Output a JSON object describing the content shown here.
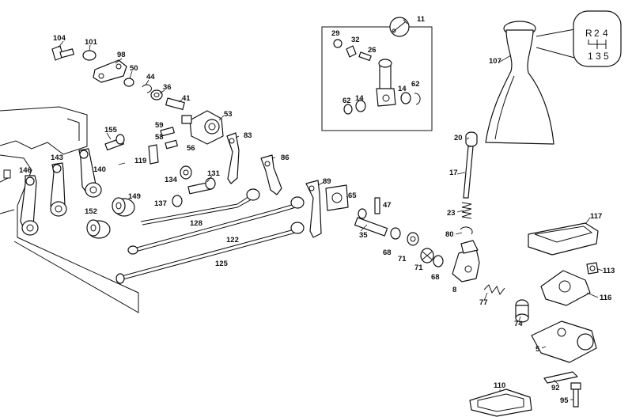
{
  "diagram": {
    "parts": [
      {
        "id": "p104",
        "label": "104"
      },
      {
        "id": "p101",
        "label": "101"
      },
      {
        "id": "p98",
        "label": "98"
      },
      {
        "id": "p50",
        "label": "50"
      },
      {
        "id": "p44",
        "label": "44"
      },
      {
        "id": "p36",
        "label": "36"
      },
      {
        "id": "p41",
        "label": "41"
      },
      {
        "id": "p53",
        "label": "53"
      },
      {
        "id": "p155",
        "label": "155"
      },
      {
        "id": "p59",
        "label": "59"
      },
      {
        "id": "p58",
        "label": "58"
      },
      {
        "id": "p56",
        "label": "56"
      },
      {
        "id": "p119",
        "label": "119"
      },
      {
        "id": "p83",
        "label": "83"
      },
      {
        "id": "p86",
        "label": "86"
      },
      {
        "id": "p146",
        "label": "146"
      },
      {
        "id": "p143",
        "label": "143"
      },
      {
        "id": "p140",
        "label": "140"
      },
      {
        "id": "p134",
        "label": "134"
      },
      {
        "id": "p131",
        "label": "131"
      },
      {
        "id": "p149",
        "label": "149"
      },
      {
        "id": "p137",
        "label": "137"
      },
      {
        "id": "p152",
        "label": "152"
      },
      {
        "id": "p128",
        "label": "128"
      },
      {
        "id": "p122",
        "label": "122"
      },
      {
        "id": "p125",
        "label": "125"
      },
      {
        "id": "p89",
        "label": "89"
      },
      {
        "id": "p65",
        "label": "65"
      },
      {
        "id": "p47",
        "label": "47"
      },
      {
        "id": "p35",
        "label": "35"
      },
      {
        "id": "p68a",
        "label": "68"
      },
      {
        "id": "p71a",
        "label": "71"
      },
      {
        "id": "p71b",
        "label": "71"
      },
      {
        "id": "p68b",
        "label": "68"
      },
      {
        "id": "p11",
        "label": "11"
      },
      {
        "id": "p29",
        "label": "29"
      },
      {
        "id": "p32",
        "label": "32"
      },
      {
        "id": "p26",
        "label": "26"
      },
      {
        "id": "p14a",
        "label": "14"
      },
      {
        "id": "p14b",
        "label": "14"
      },
      {
        "id": "p62a",
        "label": "62"
      },
      {
        "id": "p62b",
        "label": "62"
      },
      {
        "id": "p107",
        "label": "107"
      },
      {
        "id": "p20",
        "label": "20"
      },
      {
        "id": "p17",
        "label": "17"
      },
      {
        "id": "p23",
        "label": "23"
      },
      {
        "id": "p80",
        "label": "80"
      },
      {
        "id": "p8",
        "label": "8"
      },
      {
        "id": "p77",
        "label": "77"
      },
      {
        "id": "p74",
        "label": "74"
      },
      {
        "id": "p117",
        "label": "117"
      },
      {
        "id": "p113",
        "label": "113"
      },
      {
        "id": "p116",
        "label": "116"
      },
      {
        "id": "p5",
        "label": "5"
      },
      {
        "id": "p110",
        "label": "110"
      },
      {
        "id": "p92",
        "label": "92"
      },
      {
        "id": "p95",
        "label": "95"
      }
    ],
    "shift_pattern": {
      "top": [
        "R",
        "2",
        "4"
      ],
      "bottom": [
        "1",
        "3",
        "5"
      ]
    },
    "tool_icon": "wrench-icon"
  }
}
